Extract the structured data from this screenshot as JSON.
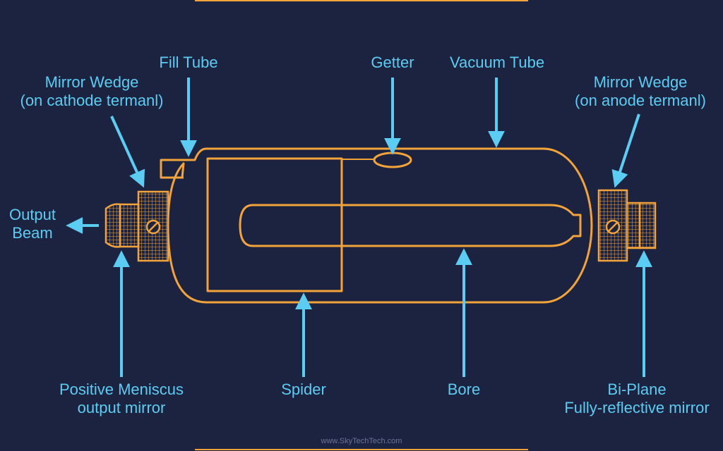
{
  "colors": {
    "background": "#1b2340",
    "outline": "#f2a33a",
    "label": "#5ccdf2"
  },
  "labels": {
    "fill_tube": "Fill Tube",
    "getter": "Getter",
    "vacuum_tube": "Vacuum Tube",
    "mirror_wedge_cathode": [
      "Mirror Wedge",
      "(on cathode termanl)"
    ],
    "mirror_wedge_anode": [
      "Mirror Wedge",
      "(on anode termanl)"
    ],
    "output_beam": [
      "Output",
      "Beam"
    ],
    "positive_meniscus": [
      "Positive Meniscus",
      "output mirror"
    ],
    "spider": "Spider",
    "bore": "Bore",
    "bi_plane": [
      "Bi-Plane",
      "Fully-reflective mirror"
    ]
  },
  "watermark": "www.SkyTechTech.com"
}
